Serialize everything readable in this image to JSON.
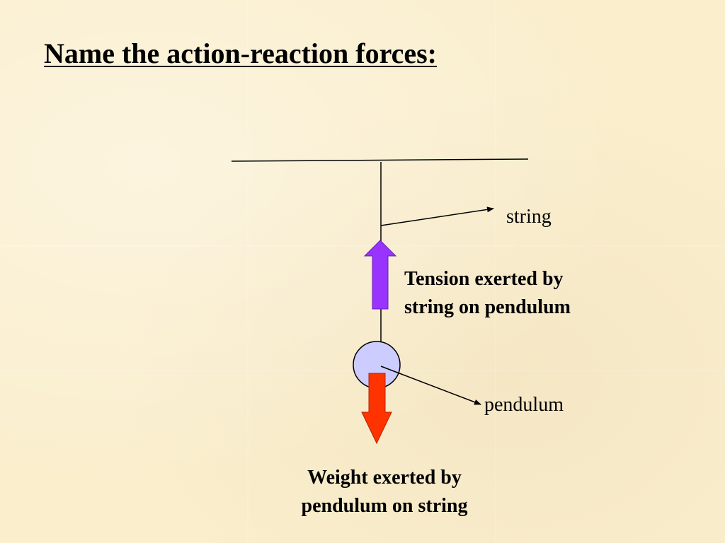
{
  "slide": {
    "title": "Name the action-reaction forces:"
  },
  "diagram": {
    "labels": {
      "string": "string",
      "pendulum": "pendulum",
      "tension_line1": "Tension exerted by",
      "tension_line2": "string on pendulum",
      "weight_line1": "Weight exerted by",
      "weight_line2": "pendulum on string"
    },
    "colors": {
      "tension_arrow": "#9933ff",
      "weight_arrow": "#ff3300",
      "pendulum_bob": "#ccccff",
      "lines": "#000000"
    }
  }
}
